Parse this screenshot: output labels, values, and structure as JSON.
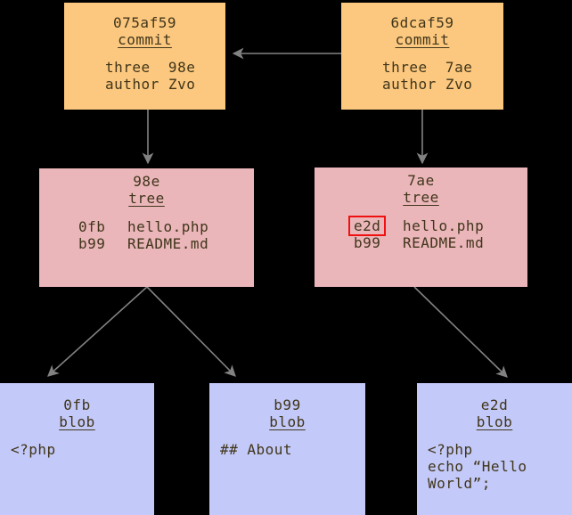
{
  "diagram": {
    "background": "#000000",
    "arrow_color": "#828282",
    "highlight_color": "#f01010",
    "text_color": "#40351a",
    "node_colors": {
      "commit": "#fcc87f",
      "tree": "#eab6ba",
      "blob": "#c3c9f8"
    }
  },
  "nodes": {
    "commit_left": {
      "hash": "075af59",
      "type_label": "commit",
      "body": "three  98e\nauthor Zvo"
    },
    "commit_right": {
      "hash": "6dcaf59",
      "type_label": "commit",
      "body": "three  7ae\nauthor Zvo"
    },
    "tree_left": {
      "hash": "98e",
      "type_label": "tree",
      "entries": [
        {
          "hash": "0fb",
          "name": "hello.php",
          "highlighted": false
        },
        {
          "hash": "b99",
          "name": "README.md",
          "highlighted": false
        }
      ]
    },
    "tree_right": {
      "hash": "7ae",
      "type_label": "tree",
      "entries": [
        {
          "hash": "e2d",
          "name": "hello.php",
          "highlighted": true
        },
        {
          "hash": "b99",
          "name": "README.md",
          "highlighted": false
        }
      ]
    },
    "blob_left": {
      "hash": "0fb",
      "type_label": "blob",
      "content": "<?php"
    },
    "blob_mid": {
      "hash": "b99",
      "type_label": "blob",
      "content": "## About"
    },
    "blob_right": {
      "hash": "e2d",
      "type_label": "blob",
      "content": "<?php\necho “Hello\nWorld”;"
    }
  }
}
